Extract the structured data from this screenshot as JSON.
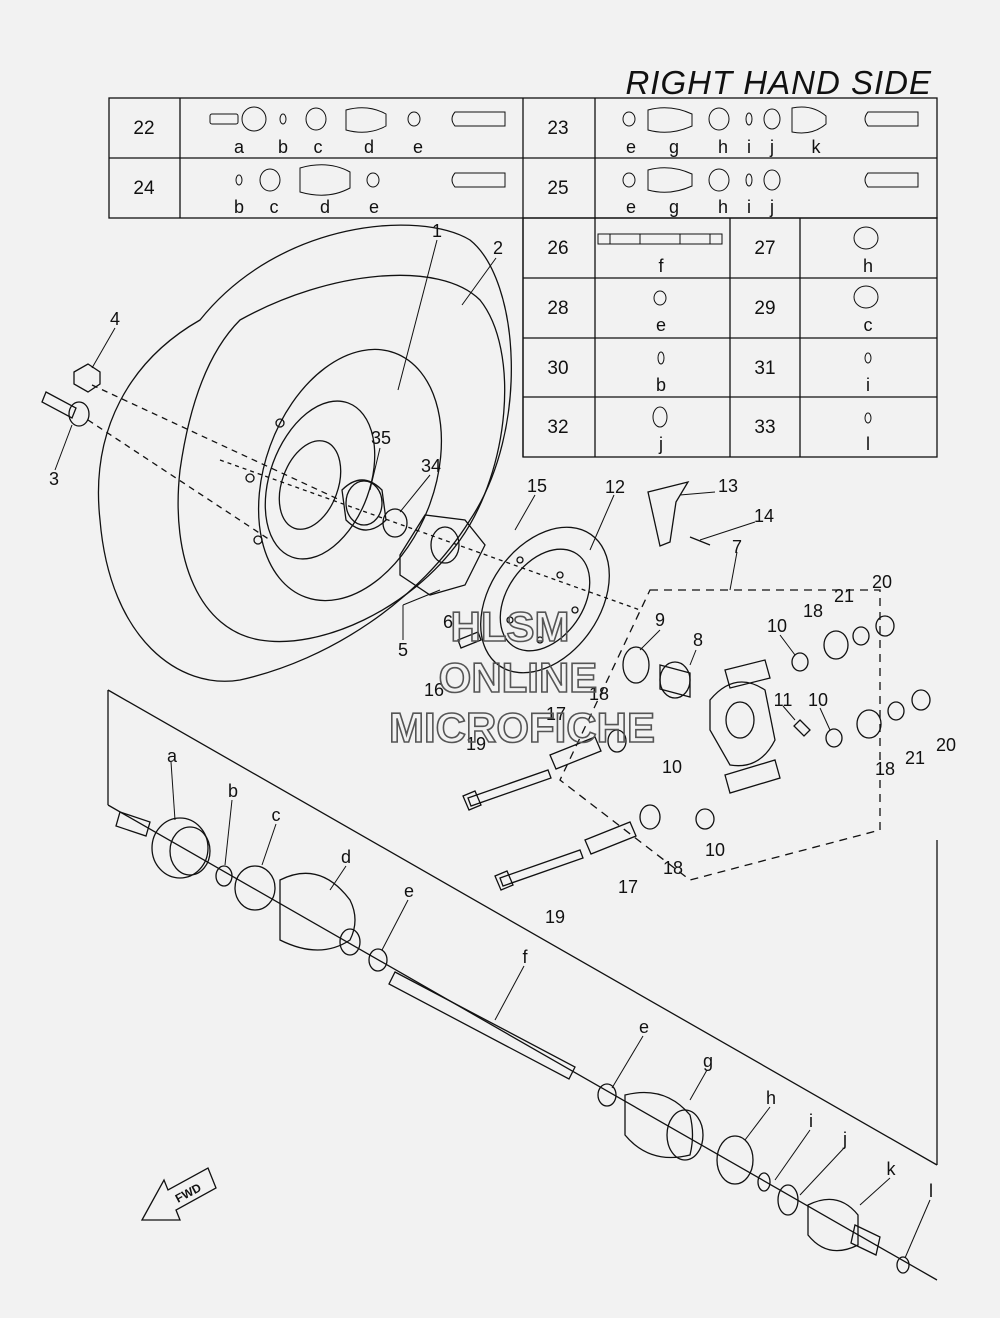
{
  "title": "RIGHT HAND SIDE",
  "watermark": [
    "HLSM",
    "ONLINE",
    "MICROFICHE"
  ],
  "fwd_label": "FWD",
  "kit_table": [
    {
      "ref": "22",
      "letters": [
        "a",
        "b",
        "c",
        "d",
        "e"
      ]
    },
    {
      "ref": "23",
      "letters": [
        "e",
        "g",
        "h",
        "i",
        "j",
        "k"
      ]
    },
    {
      "ref": "24",
      "letters": [
        "b",
        "c",
        "d",
        "e"
      ]
    },
    {
      "ref": "25",
      "letters": [
        "e",
        "g",
        "h",
        "i",
        "j"
      ]
    },
    {
      "ref": "26",
      "letters": [
        "f"
      ]
    },
    {
      "ref": "27",
      "letters": [
        "h"
      ]
    },
    {
      "ref": "28",
      "letters": [
        "e"
      ]
    },
    {
      "ref": "29",
      "letters": [
        "c"
      ]
    },
    {
      "ref": "30",
      "letters": [
        "b"
      ]
    },
    {
      "ref": "31",
      "letters": [
        "i"
      ]
    },
    {
      "ref": "32",
      "letters": [
        "j"
      ]
    },
    {
      "ref": "33",
      "letters": [
        "l"
      ]
    }
  ],
  "callouts": {
    "n1": "1",
    "n2": "2",
    "n3": "3",
    "n4": "4",
    "n5": "5",
    "n6": "6",
    "n7": "7",
    "n8": "8",
    "n9": "9",
    "n10a": "10",
    "n10b": "10",
    "n10c": "10",
    "n10d": "10",
    "n11": "11",
    "n12": "12",
    "n13": "13",
    "n14": "14",
    "n15": "15",
    "n16": "16",
    "n17a": "17",
    "n17b": "17",
    "n18a": "18",
    "n18b": "18",
    "n18c": "18",
    "n18d": "18",
    "n19a": "19",
    "n19b": "19",
    "n20a": "20",
    "n20b": "20",
    "n21a": "21",
    "n21b": "21",
    "n34": "34",
    "n35": "35",
    "la": "a",
    "lb": "b",
    "lc": "c",
    "ld": "d",
    "le1": "e",
    "lf": "f",
    "le2": "e",
    "lg": "g",
    "lh": "h",
    "li": "i",
    "lj": "j",
    "lk": "k",
    "ll": "l"
  }
}
